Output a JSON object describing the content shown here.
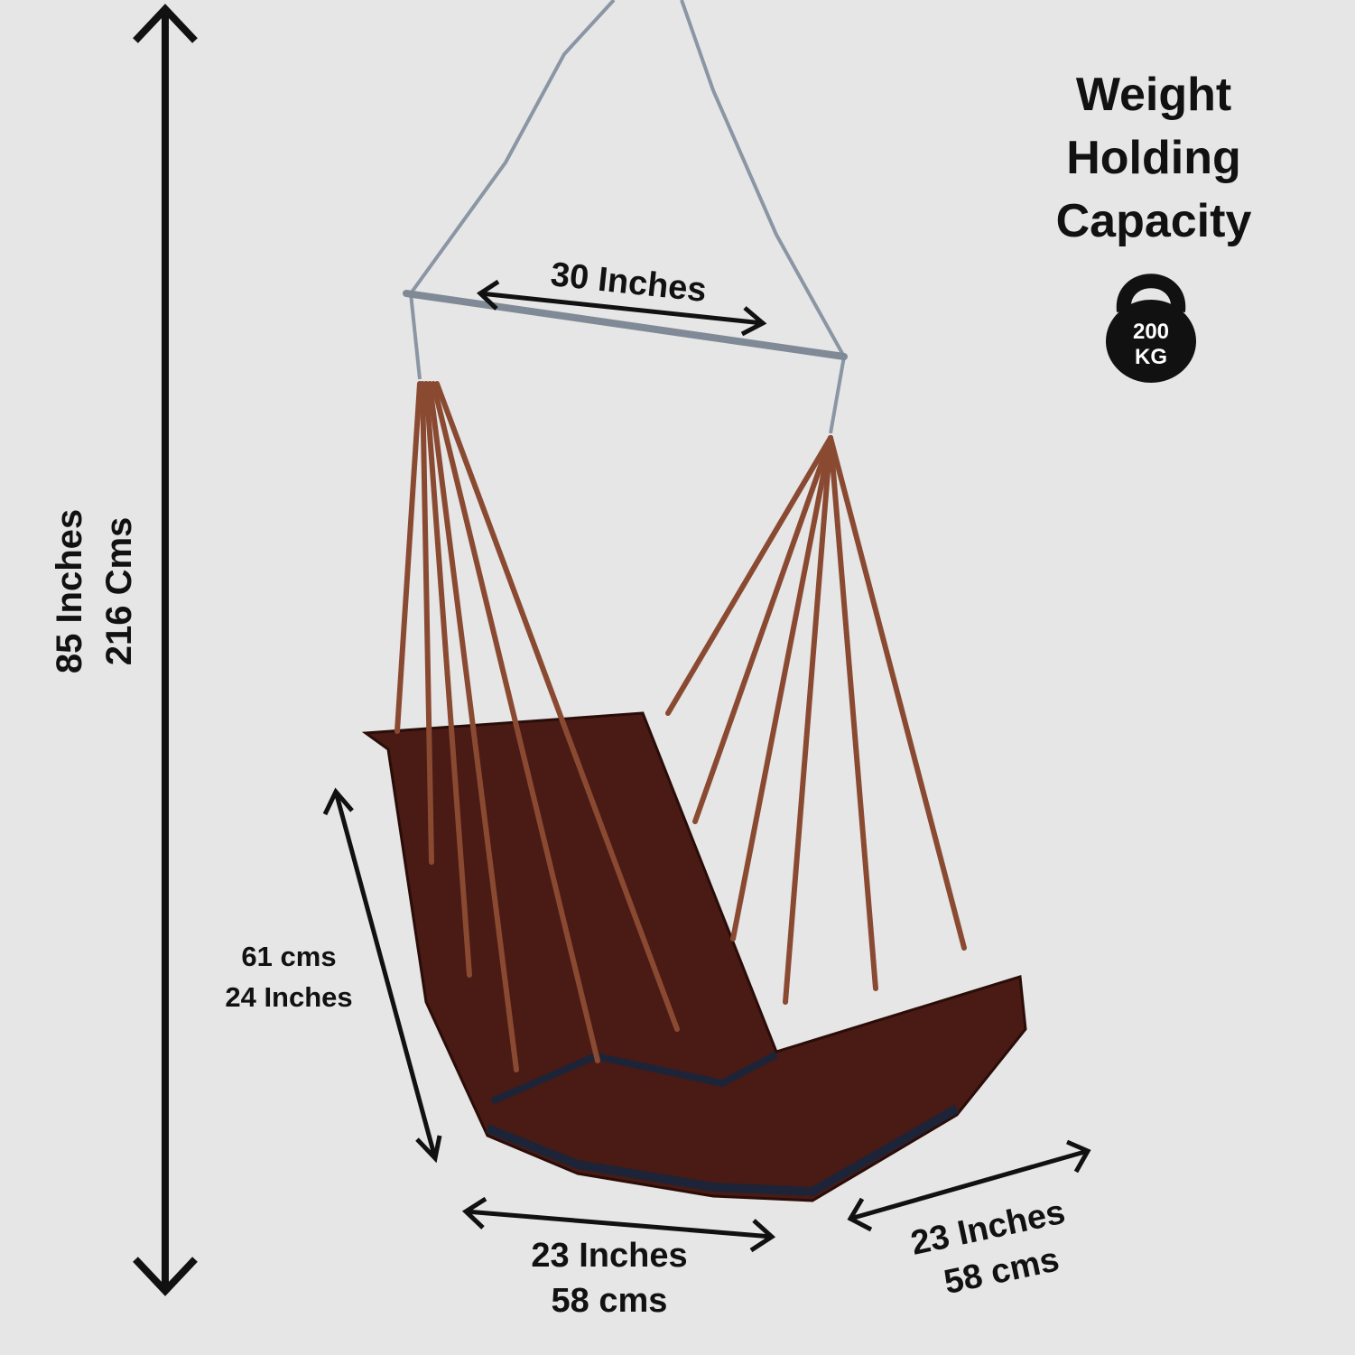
{
  "height_label": {
    "inches": "85 Inches",
    "cms": "216 Cms"
  },
  "capacity": {
    "line1": "Weight",
    "line2": "Holding",
    "line3": "Capacity",
    "value": "200",
    "unit": "KG"
  },
  "bar_width_label": "30 Inches",
  "back_height_label": {
    "cms": "61 cms",
    "inches": "24 Inches"
  },
  "seat_width_label": {
    "inches": "23 Inches",
    "cms": "58 cms"
  },
  "seat_depth_label": {
    "inches": "23 Inches",
    "cms": "58 cms"
  },
  "colors": {
    "background": "#e6e6e6",
    "cushion": "#4a1a14",
    "rope": "#8a4a32",
    "metal": "#9aa4b0",
    "text": "#111111"
  }
}
